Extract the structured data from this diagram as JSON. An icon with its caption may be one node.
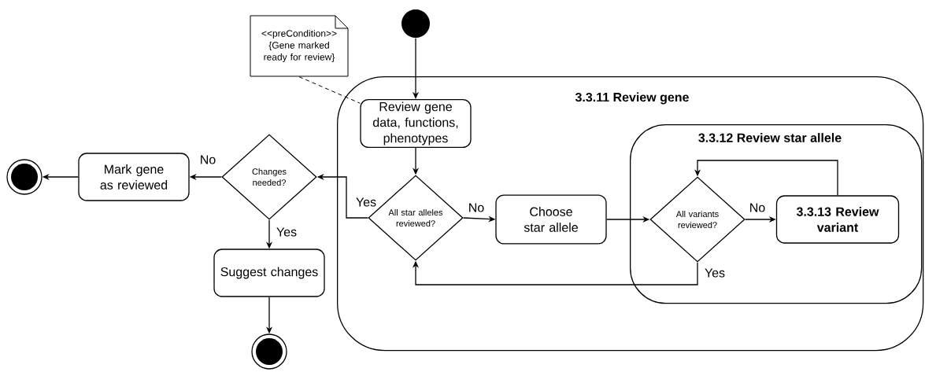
{
  "diagram": {
    "nodes": [
      {
        "text": [],
        "shape": "circle"
      },
      {
        "text": [
          "<<preCondition>>",
          "{Gene marked ready for review}"
        ]
      },
      {
        "text": [
          "3.3.11 Review gene"
        ]
      },
      {
        "text": [
          "Review gene data, functions, phenotypes"
        ],
        "in": 2
      },
      {
        "text": [
          "All star alleles reviewed?"
        ],
        "in": 2
      },
      {
        "text": [
          "Choose star allele"
        ],
        "in": 2
      },
      {
        "text": [
          "3.3.12 Review star allele"
        ],
        "in": 2
      },
      {
        "text": [
          "All variants reviewed?"
        ],
        "in": 6
      },
      {
        "text": [
          "3.3.13 Review variant"
        ],
        "in": 6
      },
      {
        "text": [
          "Changes needed?"
        ]
      },
      {
        "text": [
          "Mark gene as reviewed"
        ]
      },
      {
        "text": [],
        "shape": "circle"
      },
      {
        "text": [
          "Suggest changes"
        ]
      },
      {
        "text": [],
        "shape": "circle"
      }
    ],
    "edges": [
      {
        "from": 0,
        "to": 3,
        "arrow": "to"
      },
      {
        "from": 1,
        "to": 3,
        "arrow": "none",
        "style": "dashed"
      },
      {
        "from": 3,
        "to": 4,
        "arrow": "to"
      },
      {
        "from": 4,
        "to": 5,
        "arrow": "to",
        "label": "No"
      },
      {
        "from": 5,
        "to": 7,
        "arrow": "to"
      },
      {
        "from": 7,
        "to": 8,
        "arrow": "to",
        "label": "No"
      },
      {
        "from": 8,
        "to": 7,
        "arrow": "to"
      },
      {
        "from": 7,
        "to": 4,
        "arrow": "to",
        "label": "Yes"
      },
      {
        "from": 4,
        "to": 9,
        "arrow": "to",
        "label": "Yes"
      },
      {
        "from": 9,
        "to": 10,
        "arrow": "to",
        "label": "No"
      },
      {
        "from": 10,
        "to": 11,
        "arrow": "to"
      },
      {
        "from": 9,
        "to": 12,
        "arrow": "to",
        "label": "Yes"
      },
      {
        "from": 12,
        "to": 13,
        "arrow": "to"
      }
    ]
  }
}
